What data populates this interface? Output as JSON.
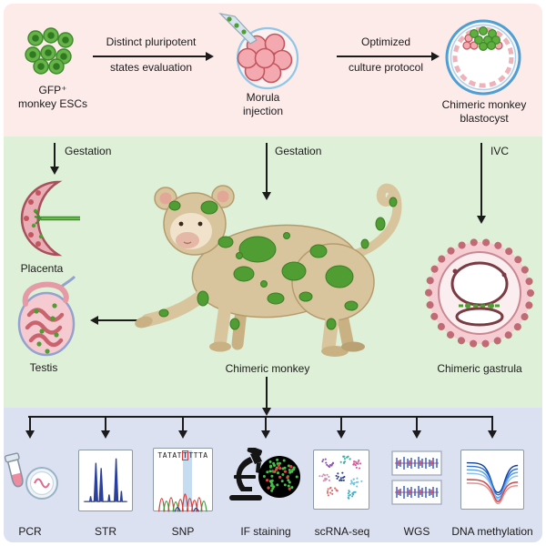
{
  "palette": {
    "band_top": "#fcebe9",
    "band_mid": "#def0d7",
    "band_bottom": "#dce1f2",
    "gfp_green": "#4f9d33",
    "cell_pink": "#f3a9af",
    "arrow": "#1b1b1b"
  },
  "top": {
    "esc": {
      "line1": "GFP⁺",
      "line2": "monkey ESCs"
    },
    "arrow1": {
      "line1": "Distinct pluripotent",
      "line2": "states evaluation"
    },
    "morula": {
      "line1": "Morula",
      "line2": "injection"
    },
    "arrow2": {
      "line1": "Optimized",
      "line2": "culture protocol"
    },
    "blastocyst": {
      "line1": "Chimeric monkey",
      "line2": "blastocyst"
    }
  },
  "middle": {
    "gestation_left": "Gestation",
    "gestation_center": "Gestation",
    "ivc": "IVC",
    "placenta": "Placenta",
    "testis": "Testis",
    "monkey": "Chimeric monkey",
    "gastrula": "Chimeric gastrula"
  },
  "bottom": {
    "labels": [
      "PCR",
      "STR",
      "SNP",
      "IF staining",
      "scRNA-seq",
      "WGS",
      "DNA methylation"
    ],
    "snp": {
      "prefix": "TATAT",
      "variant": "T",
      "suffix": "TTTA"
    }
  }
}
